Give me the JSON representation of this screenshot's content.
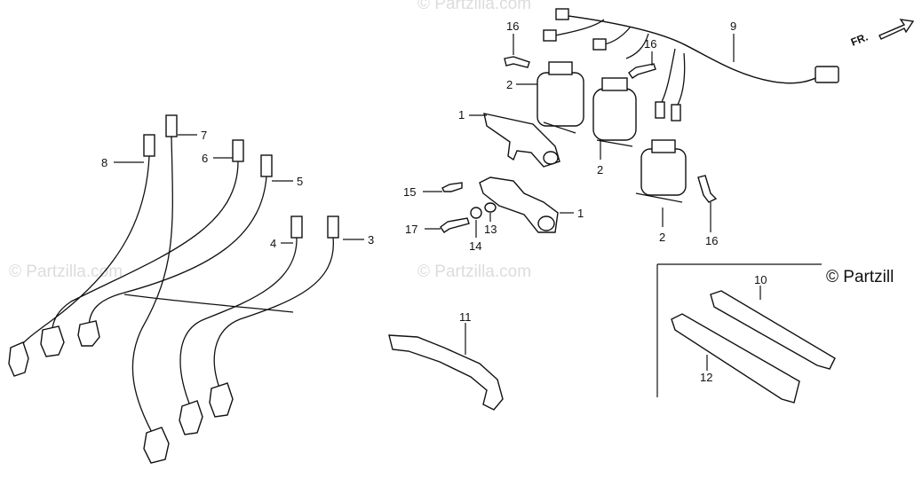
{
  "watermarks": [
    "© Partzilla.com",
    "© Partzilla.com",
    "© Partzilla.com"
  ],
  "copyright": "© Partzill",
  "direction_label": "FR.",
  "callouts": {
    "c1a": "1",
    "c1b": "1",
    "c2a": "2",
    "c2b": "2",
    "c2c": "2",
    "c3": "3",
    "c4": "4",
    "c5": "5",
    "c6": "6",
    "c7": "7",
    "c8": "8",
    "c9": "9",
    "c10": "10",
    "c11": "11",
    "c12": "12",
    "c13": "13",
    "c14": "14",
    "c15": "15",
    "c16a": "16",
    "c16b": "16",
    "c16c": "16",
    "c17": "17"
  },
  "icons": {
    "coil": "ignition-coil-icon",
    "plug_cap": "spark-plug-cap-icon",
    "bracket": "coil-bracket-icon",
    "bolt": "bolt-icon",
    "clamp": "cable-clamp-icon",
    "harness": "wire-harness-icon",
    "arrow": "front-arrow-icon"
  }
}
